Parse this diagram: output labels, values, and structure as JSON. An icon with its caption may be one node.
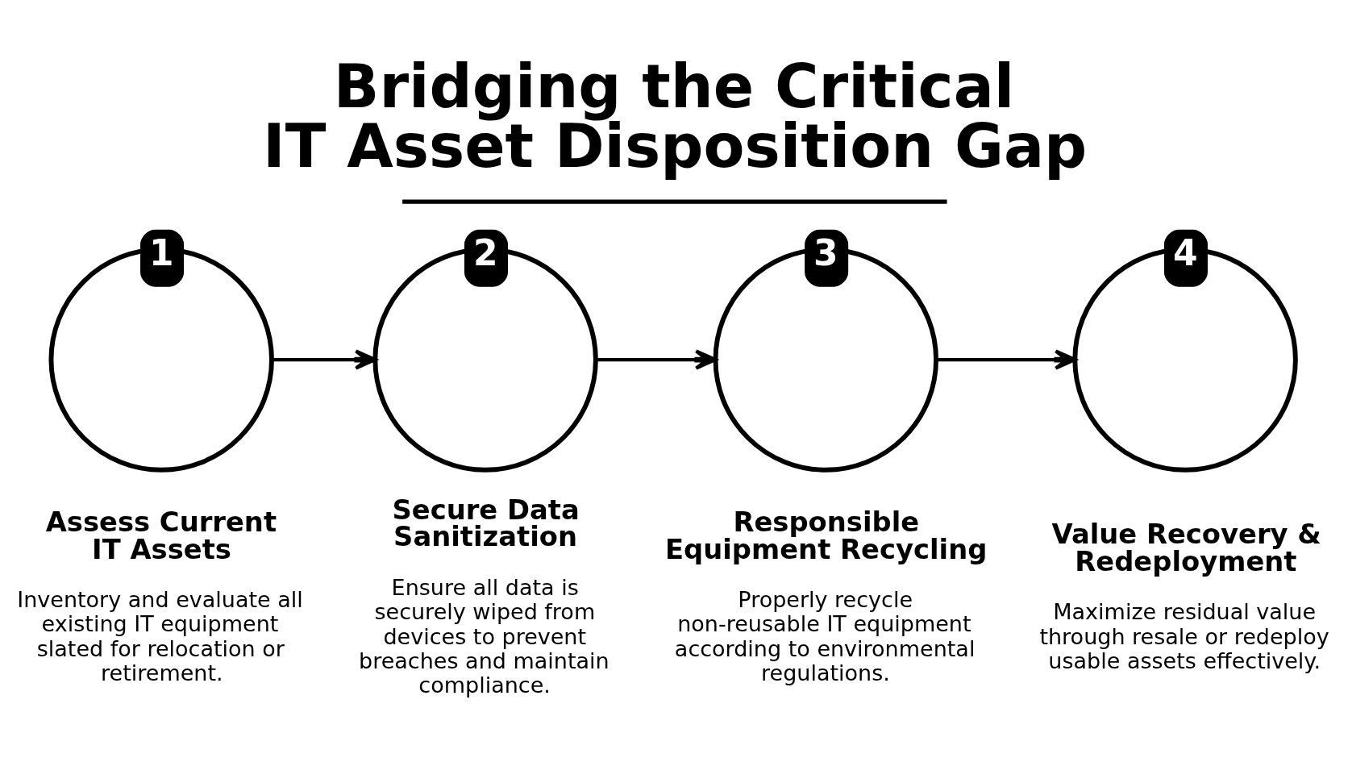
{
  "diagram": {
    "title": "Bridging the Critical IT Asset Disposition Gap",
    "nodes": [
      {
        "text": [
          "1"
        ],
        "beside": [
          "Assess Current IT Assets",
          "Inventory and evaluate all existing IT equipment slated for relocation or retirement."
        ]
      },
      {
        "text": [
          "2"
        ],
        "beside": [
          "Secure Data Sanitization",
          "Ensure all data is securely wiped from devices to prevent breaches and maintain compliance."
        ]
      },
      {
        "text": [
          "3"
        ],
        "beside": [
          "Responsible Equipment Recycling",
          "Properly recycle non-reusable IT equipment according to environmental regulations."
        ]
      },
      {
        "text": [
          "4"
        ],
        "beside": [
          "Value Recovery & Redeployment",
          "Maximize residual value through resale or redeploy usable assets effectively."
        ]
      }
    ],
    "edges": [
      {
        "from": 0,
        "to": 1,
        "arrow": "to"
      },
      {
        "from": 1,
        "to": 2,
        "arrow": "to"
      },
      {
        "from": 2,
        "to": 3,
        "arrow": "to"
      }
    ]
  }
}
